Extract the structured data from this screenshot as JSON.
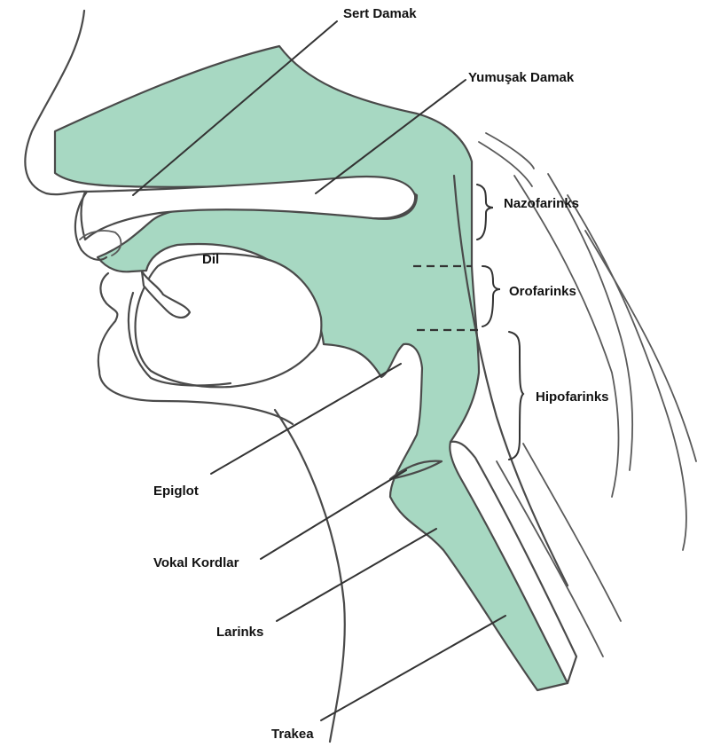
{
  "diagram": {
    "colors": {
      "airway_fill": "#a7d8c2",
      "outline": "#4a4a4a",
      "label_text": "#111111",
      "background": "#ffffff"
    },
    "labels": {
      "sert_damak": "Sert Damak",
      "yumusak_damak": "Yumuşak Damak",
      "nazofarinks": "Nazofarinks",
      "dil": "Dil",
      "orofarinks": "Orofarinks",
      "hipofarinks": "Hipofarinks",
      "epiglot": "Epiglot",
      "vokal_kordlar": "Vokal Kordlar",
      "larinks": "Larinks",
      "trakea": "Trakea"
    }
  }
}
